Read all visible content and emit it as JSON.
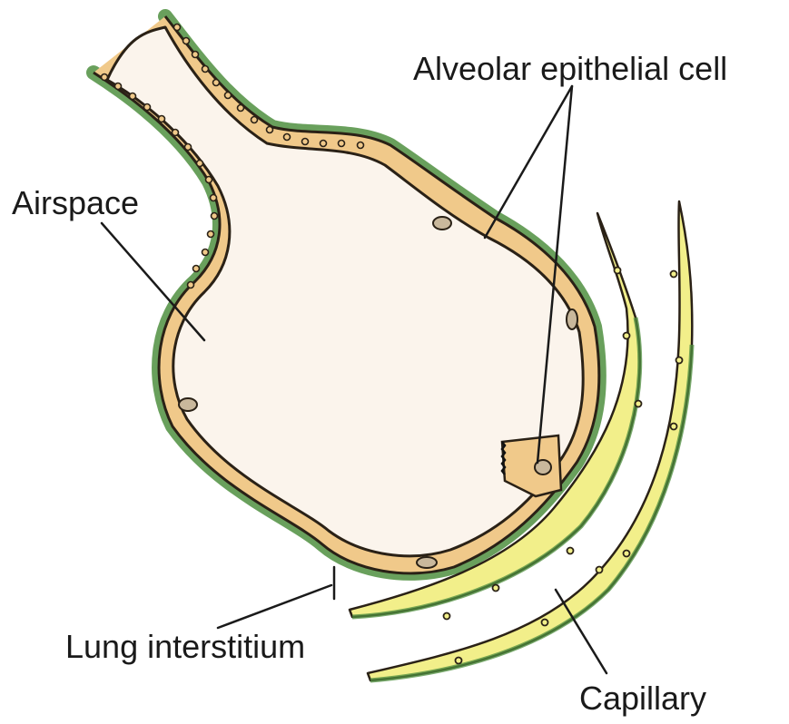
{
  "labels": {
    "alveolar_epithelial_cell": "Alveolar epithelial cell",
    "airspace": "Airspace",
    "lung_interstitium": "Lung interstitium",
    "capillary": "Capillary"
  },
  "colors": {
    "airspace_fill": "#fbf4ec",
    "epithelium_fill": "#f0c98a",
    "interstitium_green": "#4f8f3f",
    "capillary_fill": "#f2ef8a",
    "nucleus_fill": "#c9b89c",
    "outline": "#2a2116"
  }
}
